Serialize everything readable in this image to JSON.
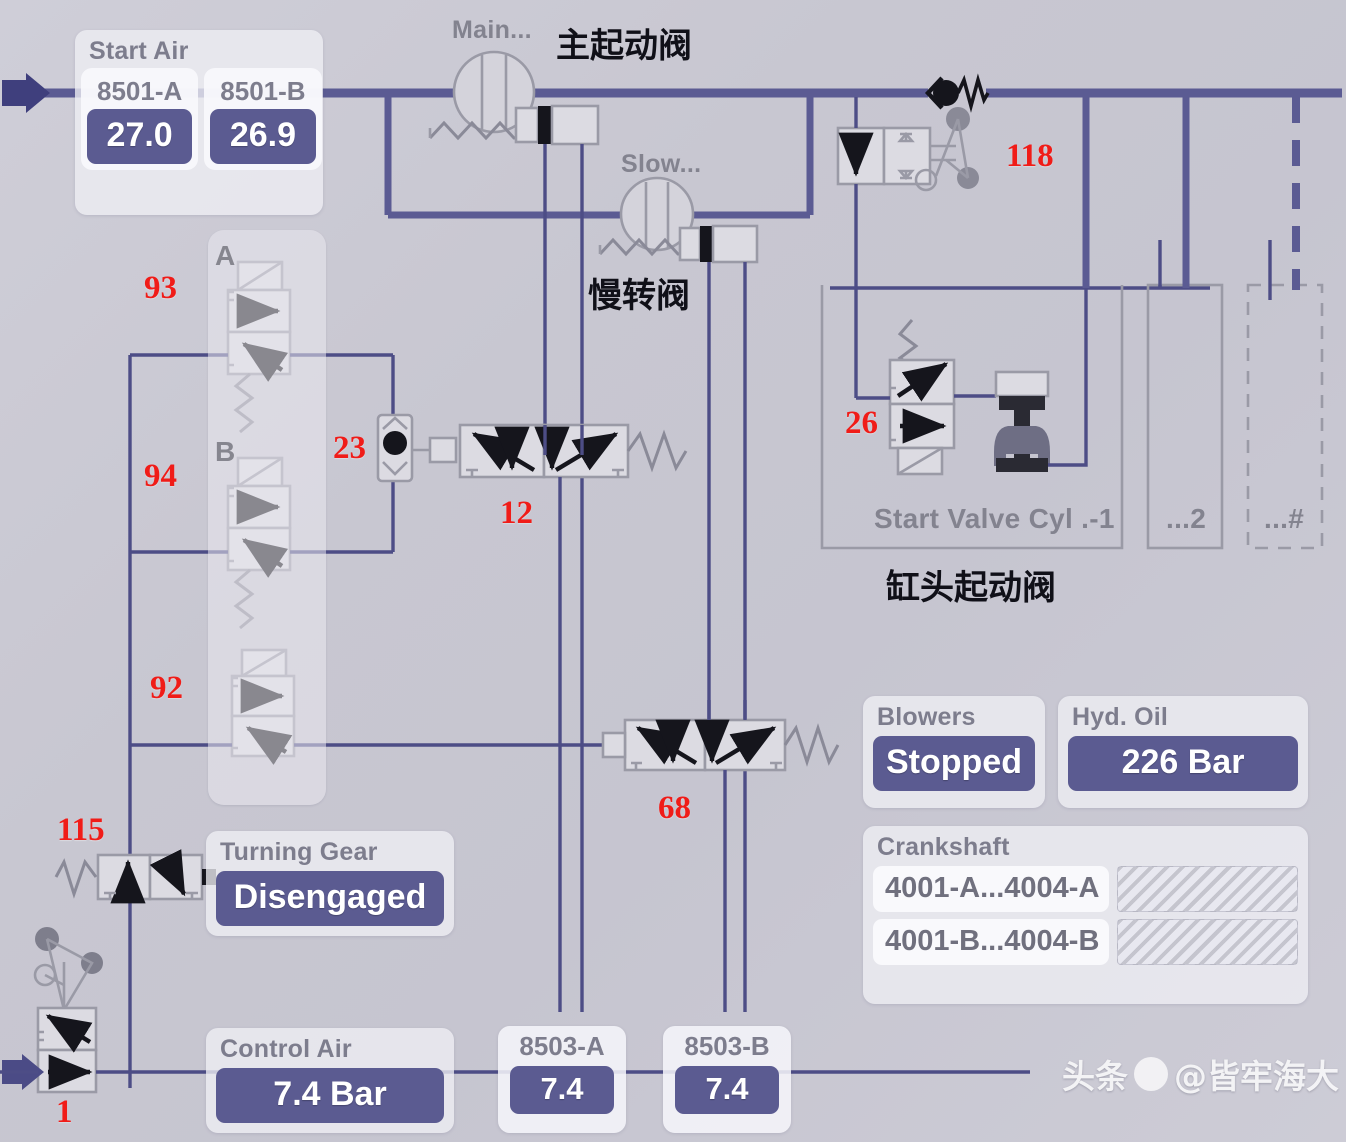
{
  "theme": {
    "background": "#c8c7d1",
    "pipe_main": "#5b5b93",
    "pipe_thin": "#4d4d86",
    "badge": "#5b5b91",
    "tag_red": "#f01c18",
    "label_grey": "#7d7d8d",
    "symbol_grey": "#9a9aa6"
  },
  "panels": {
    "start_air": {
      "title": "Start Air",
      "gauges": [
        {
          "name": "8501-A",
          "value": "27.0"
        },
        {
          "name": "8501-B",
          "value": "26.9"
        }
      ]
    },
    "turning_gear": {
      "title": "Turning Gear",
      "value": "Disengaged"
    },
    "control_air": {
      "title": "Control Air",
      "value": "7.4 Bar"
    },
    "blowers": {
      "title": "Blowers",
      "value": "Stopped"
    },
    "hyd_oil": {
      "title": "Hyd. Oil",
      "value": "226 Bar"
    },
    "crankshaft": {
      "title": "Crankshaft",
      "rows": [
        {
          "name": "4001-A...4004-A"
        },
        {
          "name": "4001-B...4004-B"
        }
      ]
    },
    "air_8503": [
      {
        "name": "8503-A",
        "value": "7.4"
      },
      {
        "name": "8503-B",
        "value": "7.4"
      }
    ]
  },
  "captions": {
    "main_valve": "Main...",
    "slow_valve": "Slow...",
    "start_valve_cyl_1": "Start Valve Cyl .-1",
    "start_valve_cyl_2": "...2",
    "start_valve_cyl_n": "...#",
    "valve_block_a": "A",
    "valve_block_b": "B"
  },
  "annotations_cn": {
    "main_start_valve": "主起动阀",
    "slow_turn_valve": "慢转阀",
    "cylinder_head_start_valve": "缸头起动阀"
  },
  "tags": [
    {
      "id": "t93",
      "label": "93"
    },
    {
      "id": "t94",
      "label": "94"
    },
    {
      "id": "t92",
      "label": "92"
    },
    {
      "id": "t23",
      "label": "23"
    },
    {
      "id": "t12",
      "label": "12"
    },
    {
      "id": "t68",
      "label": "68"
    },
    {
      "id": "t115",
      "label": "115"
    },
    {
      "id": "t1",
      "label": "1"
    },
    {
      "id": "t118",
      "label": "118"
    },
    {
      "id": "t26",
      "label": "26"
    }
  ],
  "watermark": {
    "logo": "头条",
    "handle": "@皆牢海大"
  }
}
